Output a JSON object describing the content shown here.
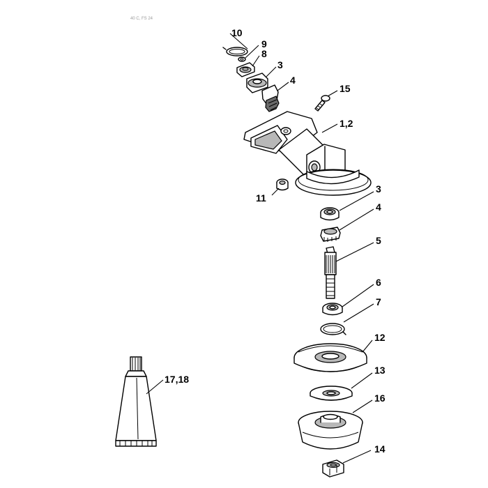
{
  "header": {
    "model_text": "40 C, FS 24"
  },
  "callouts": {
    "p10": "10",
    "p9": "9",
    "p8": "8",
    "p3_top": "3",
    "p4_top": "4",
    "p15": "15",
    "p1_2": "1,2",
    "p11": "11",
    "p3_mid": "3",
    "p4_mid": "4",
    "p5": "5",
    "p6": "6",
    "p7": "7",
    "p12": "12",
    "p13": "13",
    "p16": "16",
    "p14": "14",
    "p17_18": "17,18"
  }
}
